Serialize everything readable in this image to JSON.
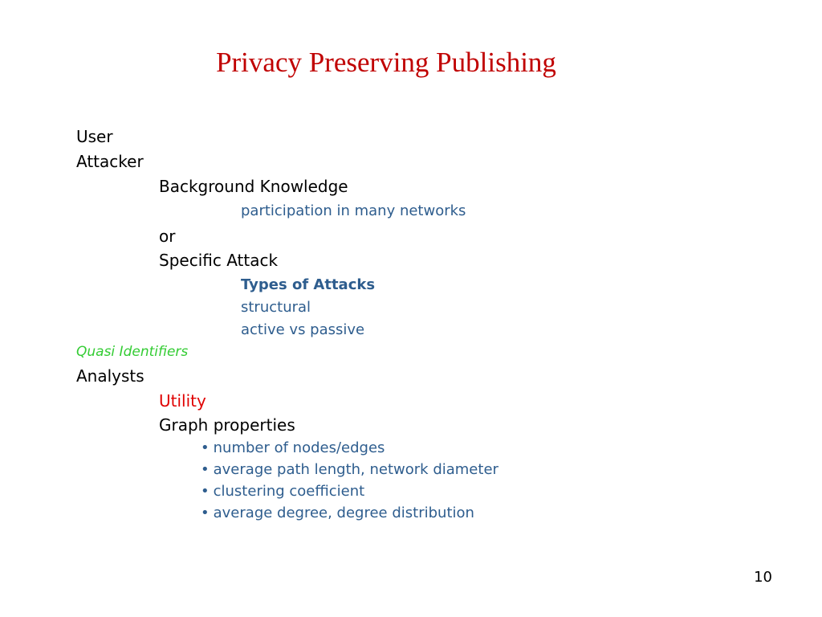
{
  "slide": {
    "title": "Privacy Preserving Publishing",
    "page_number": "10",
    "colors": {
      "title": "#c00000",
      "body": "#000000",
      "sub": "#2e5d8e",
      "quasi": "#33cc33",
      "utility": "#e00000"
    },
    "lines": {
      "user": "User",
      "attacker": "Attacker",
      "background_knowledge": "Background Knowledge",
      "participation": "participation in many networks",
      "or": "or",
      "specific_attack": "Specific Attack",
      "types_of_attacks": "Types of Attacks",
      "structural": "structural",
      "active_vs_passive": "active vs passive",
      "quasi_identifiers": "Quasi Identifiers",
      "analysts": "Analysts",
      "utility": "Utility",
      "graph_properties": "Graph properties"
    },
    "bullets": [
      "number of nodes/edges",
      "average path length, network diameter",
      "clustering coefficient",
      "average degree, degree distribution"
    ]
  }
}
